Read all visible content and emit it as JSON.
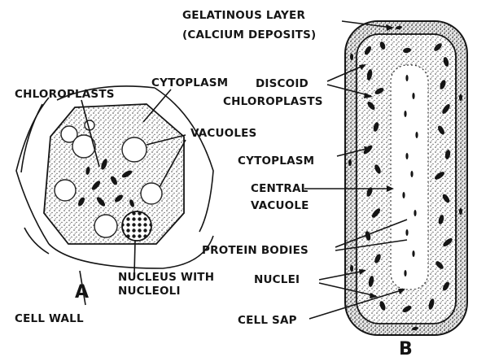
{
  "labels": {
    "chloroplasts": "CHLOROPLASTS",
    "cytoplasm_a": "CYTOPLASM",
    "vacuoles": "VACUOLES",
    "nucleus_1": "NUCLEUS WITH",
    "nucleus_2": "NUCLEOLI",
    "letter_a": "A",
    "cell_wall": "CELL WALL",
    "gelatinous_1": "GELATINOUS LAYER",
    "gelatinous_2": "(CALCIUM DEPOSITS)",
    "discoid_1": "DISCOID",
    "discoid_2": "CHLOROPLASTS",
    "cytoplasm_b": "CYTOPLASM",
    "central_1": "CENTRAL",
    "central_2": "VACUOLE",
    "protein": "PROTEIN BODIES",
    "nuclei": "NUCLEI",
    "cell_sap": "CELL SAP",
    "letter_b": "B"
  },
  "colors": {
    "ink": "#151515",
    "stipple_fill": "#cfcfcf",
    "paper": "#ffffff"
  }
}
